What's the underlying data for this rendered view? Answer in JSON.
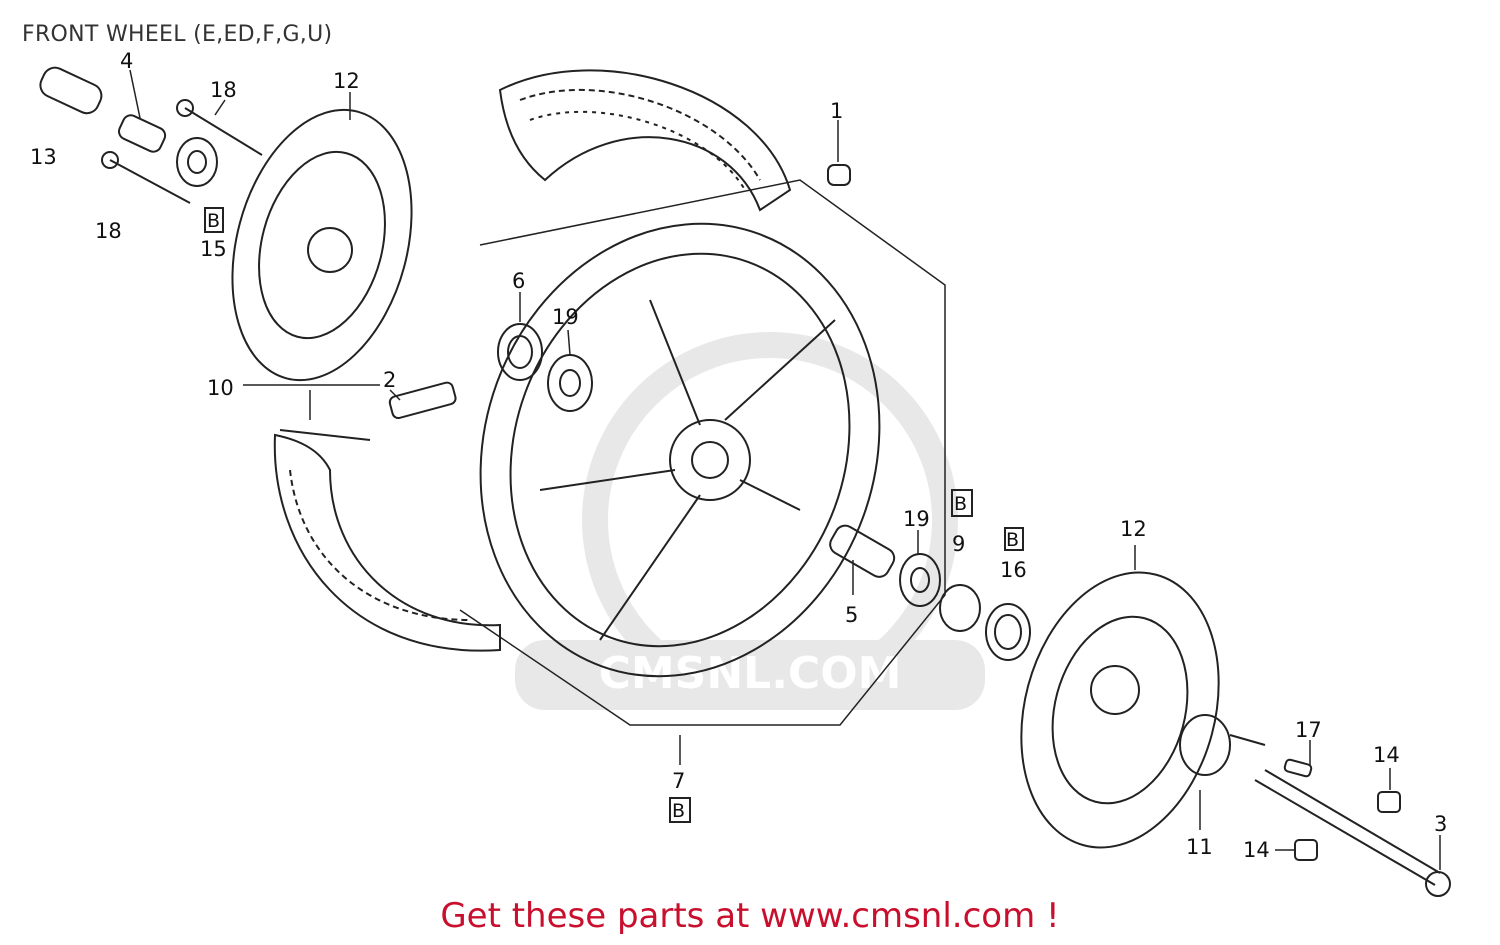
{
  "title": "FRONT WHEEL (E,ED,F,G,U)",
  "footer": "Get these parts at www.cmsnl.com !",
  "watermark": {
    "text": "CMSNL.COM",
    "color": "#d6d6d6"
  },
  "colors": {
    "footer": "#c8102e",
    "lines": "#222222"
  },
  "labels": {
    "p1": "1",
    "p2": "2",
    "p3": "3",
    "p4": "4",
    "p5": "5",
    "p6": "6",
    "p7": "7",
    "p9": "9",
    "p10": "10",
    "p11": "11",
    "p12a": "12",
    "p12b": "12",
    "p13": "13",
    "p14a": "14",
    "p14b": "14",
    "p15": "15",
    "p16": "16",
    "p17": "17",
    "p18a": "18",
    "p18b": "18",
    "p19a": "19",
    "p19b": "19",
    "boxed": "B"
  }
}
